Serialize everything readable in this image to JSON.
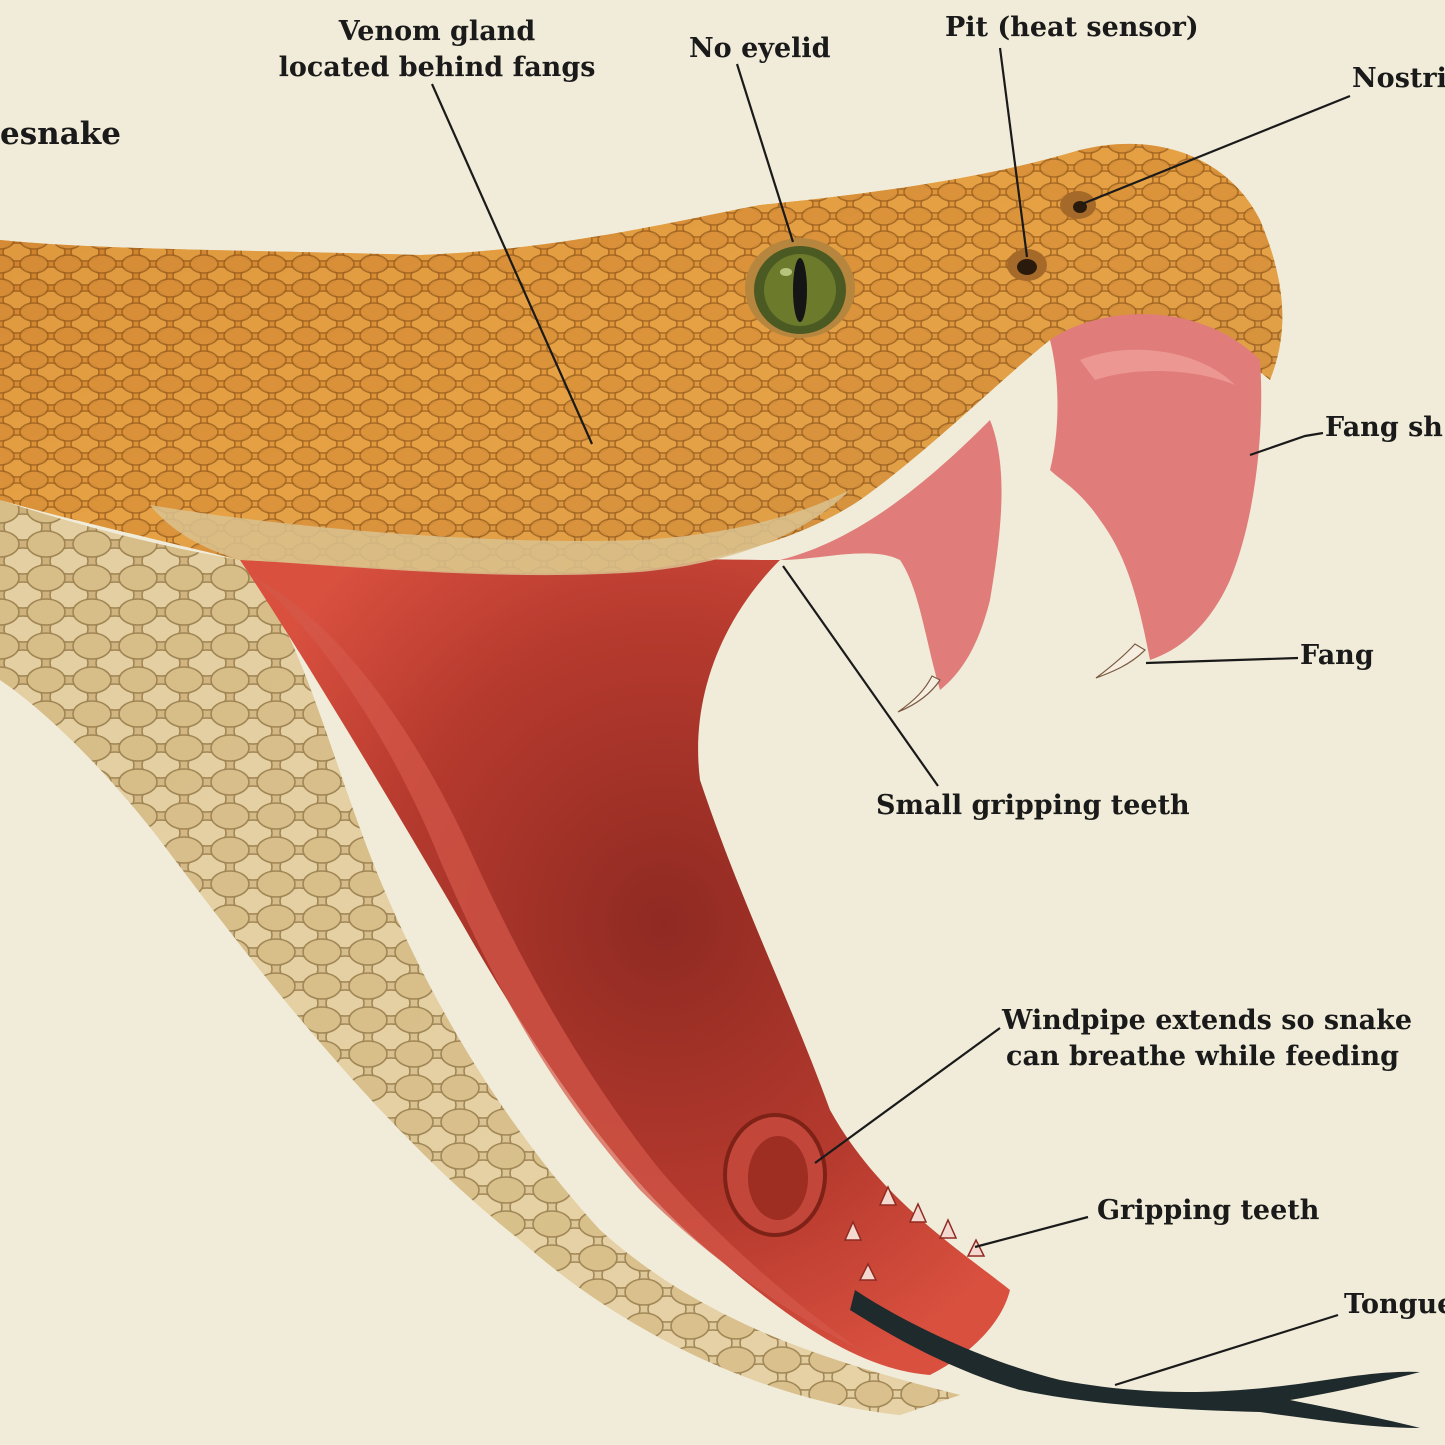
{
  "title_fragment": "esnake",
  "labels": {
    "venom_gland": [
      "Venom gland",
      "located behind fangs"
    ],
    "no_eyelid": "No eyelid",
    "pit": "Pit (heat sensor)",
    "nostril": "Nostri",
    "fang_sheath": "Fang sh",
    "fang": "Fang",
    "small_gripping_teeth": "Small gripping teeth",
    "windpipe": [
      "Windpipe extends so snake",
      "can breathe while feeding"
    ],
    "gripping_teeth": "Gripping teeth",
    "tongue": "Tongue"
  },
  "colors": {
    "background": "#f1ecd9",
    "head_scales": "#d68a32",
    "belly_scales": "#d8c08c",
    "mouth_lining": "#c8483a",
    "fang_sheath": "#e07d7a",
    "tongue": "#1f2a2c",
    "label_text": "#1a1a1a"
  }
}
